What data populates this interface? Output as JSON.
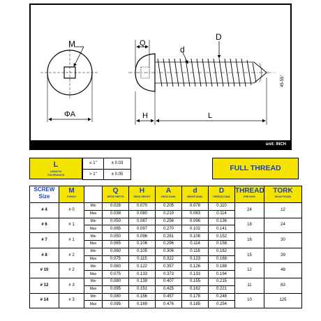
{
  "drawing": {
    "labels": {
      "M": "M",
      "Q": "Q",
      "d": "d",
      "D": "D",
      "phiA": "ΦA",
      "H": "H",
      "L": "L",
      "angle": "45-55°"
    },
    "unit": "unit: INCH"
  },
  "legend": {
    "letter": "L",
    "sub1": "LENGTH",
    "sub2": "TOLERANCE",
    "rows": [
      {
        "cond": "≤ 1\"",
        "tol": "± 0.03"
      },
      {
        "cond": "> 1\"",
        "tol": "± 0.05"
      }
    ]
  },
  "thread_type": "FULL THREAD",
  "table": {
    "headers": {
      "size_line1": "SCREW",
      "size_line2": "Size",
      "punch": {
        "title": "M",
        "sub": "PUNCH"
      },
      "q": {
        "title": "Q",
        "sub": "DRIVE DEPTH"
      },
      "h": {
        "title": "H",
        "sub": "HEAD HEIGHT"
      },
      "a": {
        "title": "A",
        "sub": "HEAD DIAM."
      },
      "d": {
        "title": "d",
        "sub": "MINOR DIAM."
      },
      "D": {
        "title": "D",
        "sub": "THREAD DIAM."
      },
      "thread": {
        "title": "THREAD",
        "sub": "PER INCH"
      },
      "tork": {
        "title": "TORK",
        "sub": "INCH/ POUND"
      }
    },
    "min_label": "Min",
    "max_label": "Max",
    "rows": [
      {
        "size": "# 4",
        "punch": "# 0",
        "min": [
          "0.028",
          "0.070",
          "0.205",
          "0.078",
          "0.110"
        ],
        "max": [
          "0.038",
          "0.080",
          "0.219",
          "0.083",
          "0.114"
        ],
        "thread": "24",
        "tork": "12"
      },
      {
        "size": "# 6",
        "punch": "# 1",
        "min": [
          "0.050",
          "0.087",
          "0.256",
          "0.096",
          "0.136"
        ],
        "max": [
          "0.065",
          "0.097",
          "0.270",
          "0.102",
          "0.141"
        ],
        "thread": "18",
        "tork": "24"
      },
      {
        "size": "# 7",
        "punch": "# 1",
        "min": [
          "0.050",
          "0.096",
          "0.281",
          "0.108",
          "0.152"
        ],
        "max": [
          "0.065",
          "0.106",
          "0.296",
          "0.114",
          "0.158"
        ],
        "thread": "16",
        "tork": "30"
      },
      {
        "size": "# 8",
        "punch": "# 2",
        "min": [
          "0.060",
          "0.105",
          "0.306",
          "0.116",
          "0.162"
        ],
        "max": [
          "0.075",
          "0.115",
          "0.322",
          "0.123",
          "0.168"
        ],
        "thread": "15",
        "tork": "39"
      },
      {
        "size": "# 10",
        "punch": "# 2",
        "min": [
          "0.060",
          "0.122",
          "0.357",
          "0.126",
          "0.188"
        ],
        "max": [
          "0.075",
          "0.133",
          "0.373",
          "0.133",
          "0.194"
        ],
        "thread": "12",
        "tork": "48"
      },
      {
        "size": "# 12",
        "punch": "# 3",
        "min": [
          "0.080",
          "0.139",
          "0.407",
          "0.155",
          "0.215"
        ],
        "max": [
          "0.095",
          "0.151",
          "0.425",
          "0.162",
          "0.221"
        ],
        "thread": "11",
        "tork": "83"
      },
      {
        "size": "# 14",
        "punch": "# 3",
        "min": [
          "0.080",
          "0.156",
          "0.457",
          "0.178",
          "0.248"
        ],
        "max": [
          "0.095",
          "0.169",
          "0.476",
          "0.185",
          "0.254"
        ],
        "thread": "10",
        "tork": "125"
      }
    ]
  }
}
